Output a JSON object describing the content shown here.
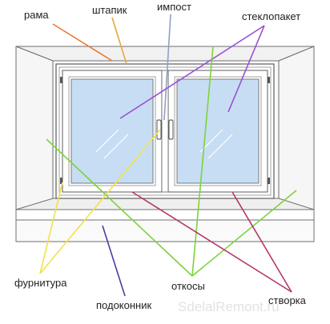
{
  "labels": {
    "rama": "рама",
    "shtapik": "штапик",
    "impost": "импост",
    "steklopaket": "стеклопакет",
    "furnitura": "фурнитура",
    "podokonnik": "подоконник",
    "otkosy": "откосы",
    "stvorka": "створка"
  },
  "watermark": "SdelalRemont.ru",
  "colors": {
    "rama": "#e87a33",
    "shtapik": "#e6a83a",
    "impost": "#8fa0c8",
    "steklopaket": "#9b4fd3",
    "furnitura": "#f1e24a",
    "podokonnik": "#4a3f9a",
    "otkosy": "#7cd33c",
    "stvorka": "#b4366a",
    "glass": "#c7ddf3",
    "wall": "#f4f4f4"
  }
}
